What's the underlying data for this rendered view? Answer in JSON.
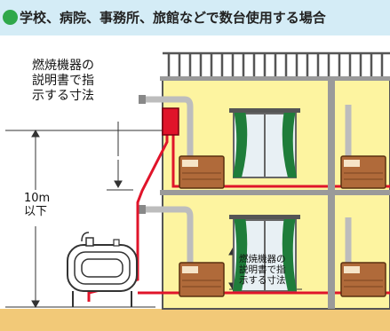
{
  "title": "学校、病院、事務所、旅館などで数台使用する場合",
  "label_top": {
    "line1": "燃焼機器の",
    "line2": "説明書で指",
    "line3": "示する寸法"
  },
  "label_height": {
    "line1": "10m",
    "line2": "以下"
  },
  "label_bottom": {
    "line1": "燃焼機器の",
    "line2": "説明書で指",
    "line3": "示する寸法"
  },
  "colors": {
    "title_bg": "#d4ecf6",
    "title_dot": "#2fa84a",
    "wall": "#fdf4a0",
    "pipe_red": "#e0142a",
    "heater": "#b06a3a",
    "curtain": "#1f7d3a",
    "ground": "#f2c978"
  }
}
